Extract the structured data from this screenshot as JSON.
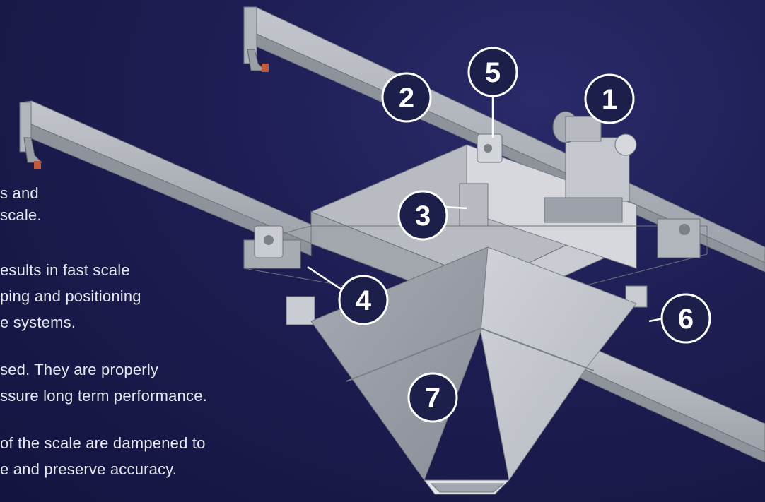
{
  "text_lines": [
    "s and",
    "scale.",
    "esults in fast scale",
    "ping and positioning",
    "e systems.",
    "sed. They are properly",
    "ssure long term performance.",
    " of the scale are dampened to",
    "e and preserve accuracy."
  ],
  "callouts": [
    {
      "number": "1"
    },
    {
      "number": "2"
    },
    {
      "number": "3"
    },
    {
      "number": "4"
    },
    {
      "number": "5"
    },
    {
      "number": "6"
    },
    {
      "number": "7"
    }
  ],
  "colors": {
    "background": "#1d1d52",
    "badge_fill": "#1c1f4a",
    "badge_stroke": "#ffffff",
    "steel": "#a9adb5"
  }
}
